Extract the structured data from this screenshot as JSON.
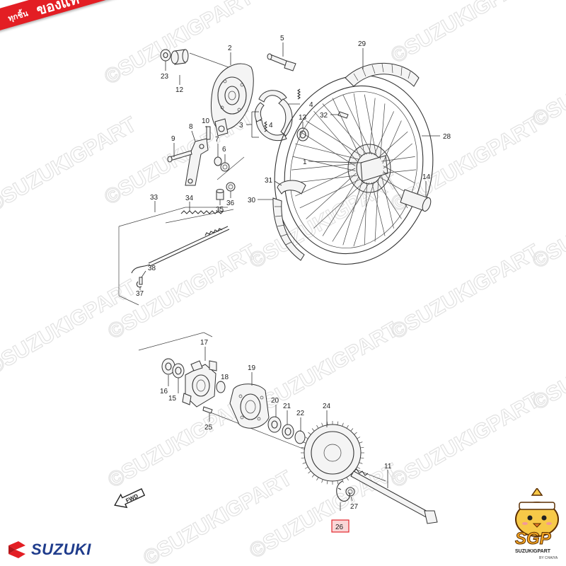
{
  "banner": {
    "line1": "ทุกชิ้น",
    "line2": "ของแท้"
  },
  "watermark": {
    "text": "©SUZUKIGPART"
  },
  "brand_logo": {
    "text": "SUZUKI",
    "color": "#1f3c8c",
    "icon": "suzuki-s-icon"
  },
  "mascot": {
    "logo_text": "SGP",
    "name_text": "SUZUKIGPART",
    "sub_text": "BY CHAIYA",
    "icon": "chick-mascot-icon"
  },
  "direction": {
    "text": "FWD",
    "icon": "forward-arrow-icon"
  },
  "highlight_color": "#e31e24",
  "highlighted_part": "26",
  "parts": {
    "p1": "1",
    "p2": "2",
    "p3": "3",
    "p4a": "4",
    "p4b": "4",
    "p5": "5",
    "p6": "6",
    "p7": "7",
    "p8": "8",
    "p9": "9",
    "p10": "10",
    "p11": "11",
    "p12": "12",
    "p13": "13",
    "p14": "14",
    "p15": "15",
    "p16": "16",
    "p17": "17",
    "p18": "18",
    "p19": "19",
    "p20": "20",
    "p21": "21",
    "p22": "22",
    "p23": "23",
    "p24": "24",
    "p25": "25",
    "p26": "26",
    "p27": "27",
    "p28": "28",
    "p29": "29",
    "p30": "30",
    "p31": "31",
    "p32": "32",
    "p33": "33",
    "p34": "34",
    "p35": "35",
    "p36": "36",
    "p37": "37",
    "p38": "38"
  }
}
